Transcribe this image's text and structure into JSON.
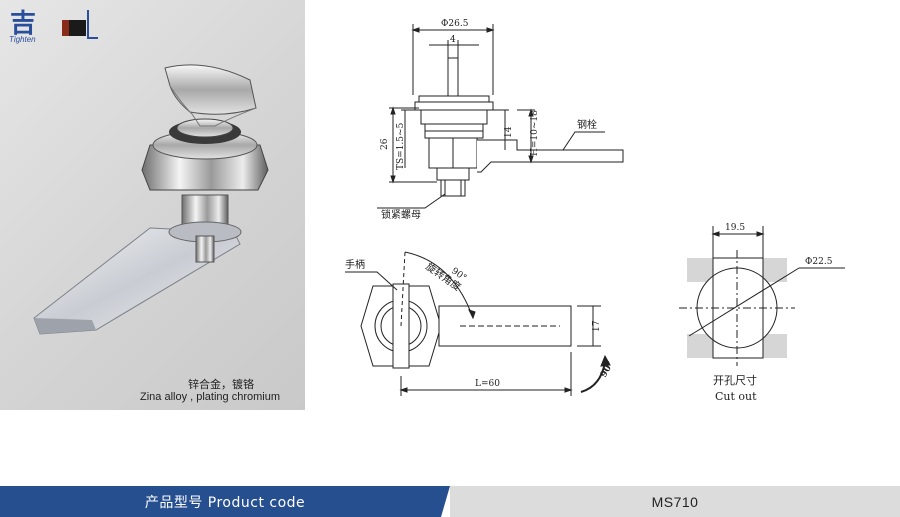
{
  "logo": {
    "wordmark": "Tighten"
  },
  "photo": {
    "caption_cn": "锌合金，镀铬",
    "caption_en": "Zina alloy , plating chromium"
  },
  "side_view": {
    "dia_top": "Φ26.5",
    "width_4": "4",
    "height_26": "26",
    "ts_range": "TS=1.5~5",
    "dim_14": "14",
    "h_range": "H=10~18",
    "label_bolt": "钢栓",
    "label_nut": "锁紧螺母"
  },
  "front_view": {
    "label_handle": "手柄",
    "label_rotation": "旋转角度",
    "angle_90": "90°",
    "width_17": "17",
    "length": "L=60",
    "arrow_90": "90°"
  },
  "cutout": {
    "dim_19_5": "19.5",
    "dia_22_5": "Φ22.5",
    "label_cn": "开孔尺寸",
    "label_en": "Cut out"
  },
  "footer": {
    "product_code_label": "产品型号 Product code",
    "product_code": "MS710"
  }
}
